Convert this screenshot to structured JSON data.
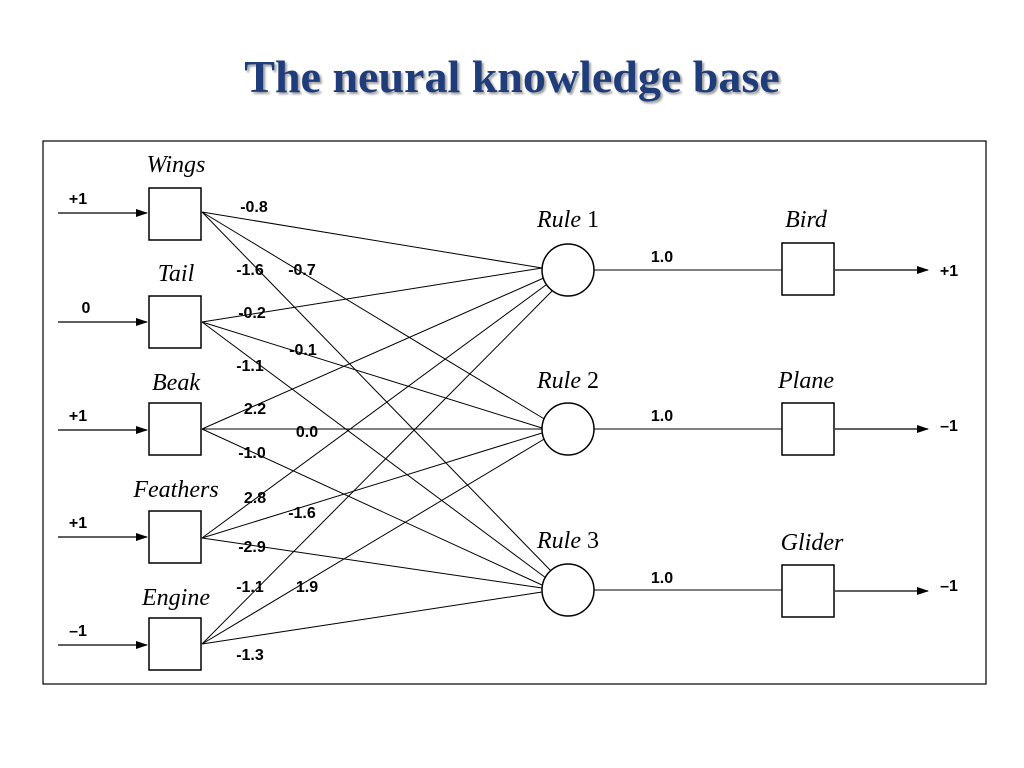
{
  "title": "The neural knowledge base",
  "inputs": [
    {
      "name": "Wings",
      "value": "+1"
    },
    {
      "name": "Tail",
      "value": "0"
    },
    {
      "name": "Beak",
      "value": "+1"
    },
    {
      "name": "Feathers",
      "value": "+1"
    },
    {
      "name": "Engine",
      "value": "–1"
    }
  ],
  "rules": [
    {
      "word": "Rule",
      "num": "1"
    },
    {
      "word": "Rule",
      "num": "2"
    },
    {
      "word": "Rule",
      "num": "3"
    }
  ],
  "outputs": [
    {
      "name": "Bird",
      "weight": "1.0",
      "value": "+1"
    },
    {
      "name": "Plane",
      "weight": "1.0",
      "value": "–1"
    },
    {
      "name": "Glider",
      "weight": "1.0",
      "value": "–1"
    }
  ],
  "weights": {
    "wings": {
      "r1": "-0.8",
      "r2": "-0.7",
      "r3": "-1.6"
    },
    "tail": {
      "r1": "-0.2",
      "r2": "-0.1",
      "r3": "-1.1"
    },
    "beak": {
      "r1": "2.2",
      "r2": "0.0",
      "r3": "-1.0"
    },
    "feathers": {
      "r1": "2.8",
      "r2": "-1.6",
      "r3": "-2.9"
    },
    "engine": {
      "r1": "-1.1",
      "r2": "1.9",
      "r3": "-1.3"
    }
  }
}
